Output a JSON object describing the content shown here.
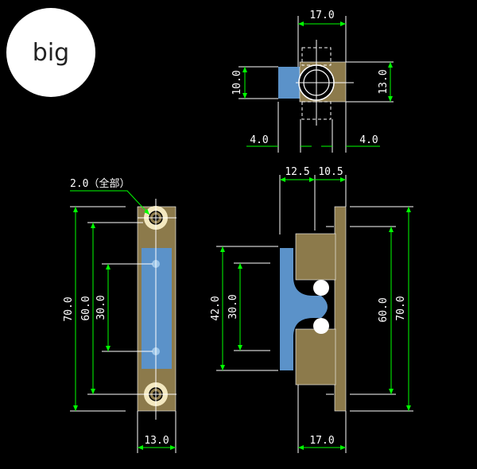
{
  "badge": {
    "label": "big"
  },
  "colors": {
    "background": "#000000",
    "dimension": "#00ff00",
    "body": "#8c7a4b",
    "plate": "#5b92c9"
  },
  "top_view": {
    "width_dim": "17.0",
    "left_height_dim": "10.0",
    "right_height_dim": "13.0",
    "left_offset_dim": "4.0",
    "right_offset_dim": "4.0"
  },
  "front_view": {
    "note": "2.0（全部）",
    "overall_height_dim": "70.0",
    "hole_pitch_dim": "60.0",
    "inner_pitch_dim": "30.0",
    "width_dim": "13.0"
  },
  "side_view": {
    "left_top_dim": "12.5",
    "right_top_dim": "10.5",
    "left_outer_dim": "42.0",
    "left_inner_dim": "30.0",
    "right_inner_dim": "60.0",
    "right_outer_dim": "70.0",
    "bottom_width_dim": "17.0"
  }
}
